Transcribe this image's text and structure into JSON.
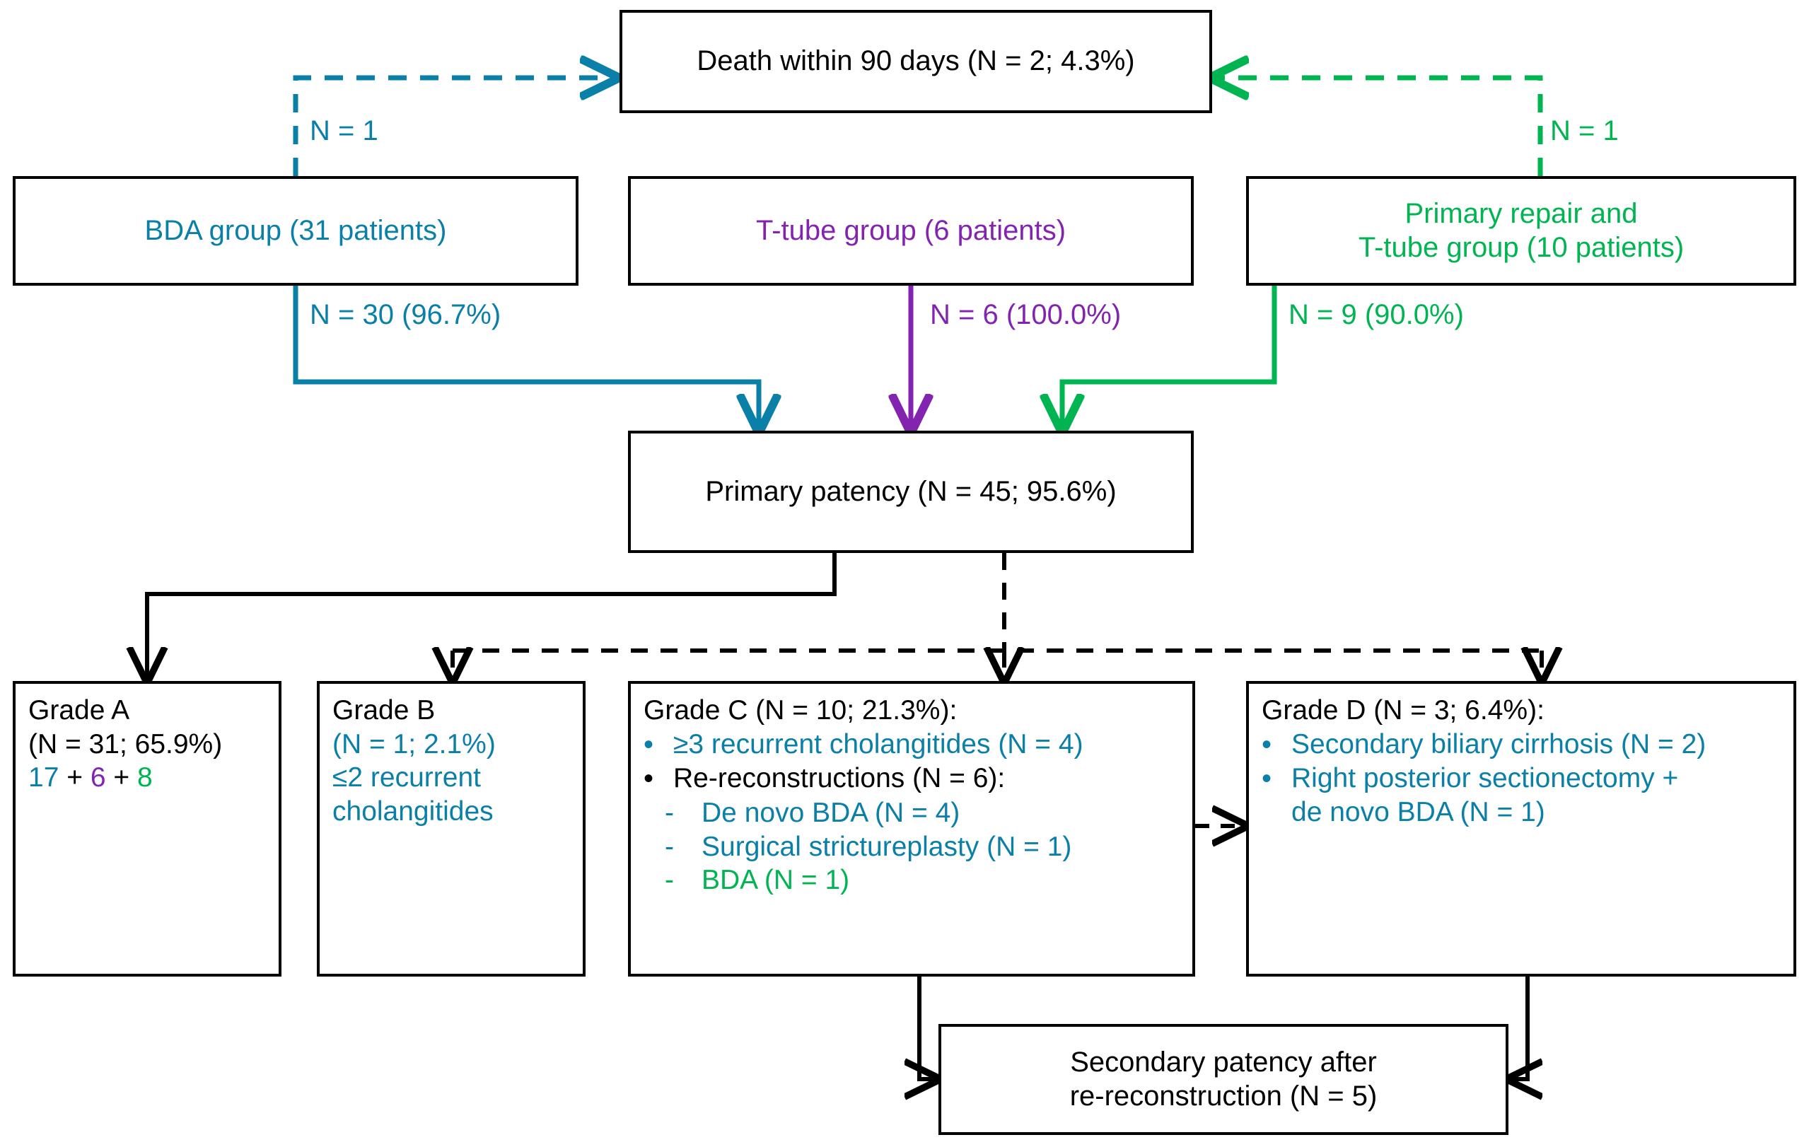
{
  "title": "Biliary reconstruction outcomes flowchart",
  "colors": {
    "teal": "#0A7FA8",
    "purple": "#8324B0",
    "green": "#00B551",
    "black": "#000000",
    "border": "#000000",
    "background": "#FFFFFF"
  },
  "nodes": {
    "death": {
      "text": "Death within 90 days (N = 2; 4.3%)"
    },
    "bda_group": {
      "text": "BDA group (31 patients)",
      "color": "teal"
    },
    "ttube_group": {
      "text": "T-tube group (6 patients)",
      "color": "purple"
    },
    "primary_repair_group": {
      "line1": "Primary repair and",
      "line2": "T-tube group (10 patients)",
      "color": "green"
    },
    "primary_patency": {
      "text": "Primary patency (N = 45; 95.6%)"
    },
    "grade_a": {
      "line1": "Grade A",
      "line2": "(N = 31; 65.9%)",
      "parts": {
        "a": "17",
        "plus1": " + ",
        "b": "6",
        "plus2": " + ",
        "c": "8"
      }
    },
    "grade_b": {
      "line1": "Grade B",
      "line2": "(N = 1; 2.1%)",
      "line3": "≤2 recurrent",
      "line4": "cholangitides"
    },
    "grade_c": {
      "header": "Grade C (N = 10; 21.3%):",
      "bullets": [
        {
          "marker": "•",
          "text": "≥3 recurrent cholangitides (N = 4)",
          "color": "teal"
        },
        {
          "marker": "•",
          "text": "Re-reconstructions (N = 6):",
          "color": "black"
        }
      ],
      "subitems": [
        {
          "marker": "-",
          "text": "De novo BDA (N = 4)",
          "color": "teal"
        },
        {
          "marker": "-",
          "text": "Surgical strictureplasty (N = 1)",
          "color": "teal"
        },
        {
          "marker": "-",
          "text": "BDA (N = 1)",
          "color": "green"
        }
      ]
    },
    "grade_d": {
      "header": "Grade D (N = 3; 6.4%):",
      "bullets": [
        {
          "marker": "•",
          "text": "Secondary biliary cirrhosis (N = 2)",
          "color": "teal"
        },
        {
          "marker": "•",
          "line1": "Right posterior sectionectomy +",
          "line2": "de novo BDA (N = 1)",
          "color": "teal"
        }
      ]
    },
    "secondary_patency": {
      "line1": "Secondary patency after",
      "line2": "re-reconstruction (N = 5)"
    }
  },
  "edge_labels": {
    "bda_to_death": {
      "text": "N = 1",
      "color": "teal"
    },
    "primary_repair_to_death": {
      "text": "N = 1",
      "color": "green"
    },
    "bda_to_patency": {
      "text": "N = 30 (96.7%)",
      "color": "teal"
    },
    "ttube_to_patency": {
      "text": "N = 6 (100.0%)",
      "color": "purple"
    },
    "primary_repair_to_patency": {
      "text": "N = 9 (90.0%)",
      "color": "green"
    }
  },
  "chart_data": {
    "type": "diagram",
    "title": "Biliary reconstruction outcomes flowchart",
    "nodes": [
      {
        "id": "death",
        "label": "Death within 90 days (N = 2; 4.3%)",
        "n": 2,
        "pct": 4.3
      },
      {
        "id": "bda_group",
        "label": "BDA group (31 patients)",
        "n": 31
      },
      {
        "id": "ttube_group",
        "label": "T-tube group (6 patients)",
        "n": 6
      },
      {
        "id": "primary_repair_group",
        "label": "Primary repair and T-tube group (10 patients)",
        "n": 10
      },
      {
        "id": "primary_patency",
        "label": "Primary patency (N = 45; 95.6%)",
        "n": 45,
        "pct": 95.6
      },
      {
        "id": "grade_a",
        "label": "Grade A (N = 31; 65.9%)",
        "n": 31,
        "pct": 65.9,
        "breakdown": [
          17,
          6,
          8
        ]
      },
      {
        "id": "grade_b",
        "label": "Grade B (N = 1; 2.1%)",
        "n": 1,
        "pct": 2.1
      },
      {
        "id": "grade_c",
        "label": "Grade C (N = 10; 21.3%)",
        "n": 10,
        "pct": 21.3
      },
      {
        "id": "grade_d",
        "label": "Grade D (N = 3; 6.4%)",
        "n": 3,
        "pct": 6.4
      },
      {
        "id": "secondary_patency",
        "label": "Secondary patency after re-reconstruction (N = 5)",
        "n": 5
      }
    ],
    "edges": [
      {
        "from": "bda_group",
        "to": "death",
        "label": "N = 1",
        "style": "dashed",
        "color": "teal"
      },
      {
        "from": "primary_repair_group",
        "to": "death",
        "label": "N = 1",
        "style": "dashed",
        "color": "green"
      },
      {
        "from": "bda_group",
        "to": "primary_patency",
        "label": "N = 30 (96.7%)",
        "style": "solid",
        "color": "teal"
      },
      {
        "from": "ttube_group",
        "to": "primary_patency",
        "label": "N = 6 (100.0%)",
        "style": "solid",
        "color": "purple"
      },
      {
        "from": "primary_repair_group",
        "to": "primary_patency",
        "label": "N = 9 (90.0%)",
        "style": "solid",
        "color": "green"
      },
      {
        "from": "primary_patency",
        "to": "grade_a",
        "style": "solid",
        "color": "black"
      },
      {
        "from": "primary_patency",
        "to": "grade_b",
        "style": "dashed",
        "color": "black"
      },
      {
        "from": "primary_patency",
        "to": "grade_c",
        "style": "dashed",
        "color": "black"
      },
      {
        "from": "primary_patency",
        "to": "grade_d",
        "style": "dashed",
        "color": "black"
      },
      {
        "from": "grade_c",
        "to": "grade_d",
        "style": "dashed",
        "color": "black"
      },
      {
        "from": "grade_c",
        "to": "secondary_patency",
        "style": "solid",
        "color": "black"
      },
      {
        "from": "grade_d",
        "to": "secondary_patency",
        "style": "solid",
        "color": "black"
      }
    ]
  }
}
